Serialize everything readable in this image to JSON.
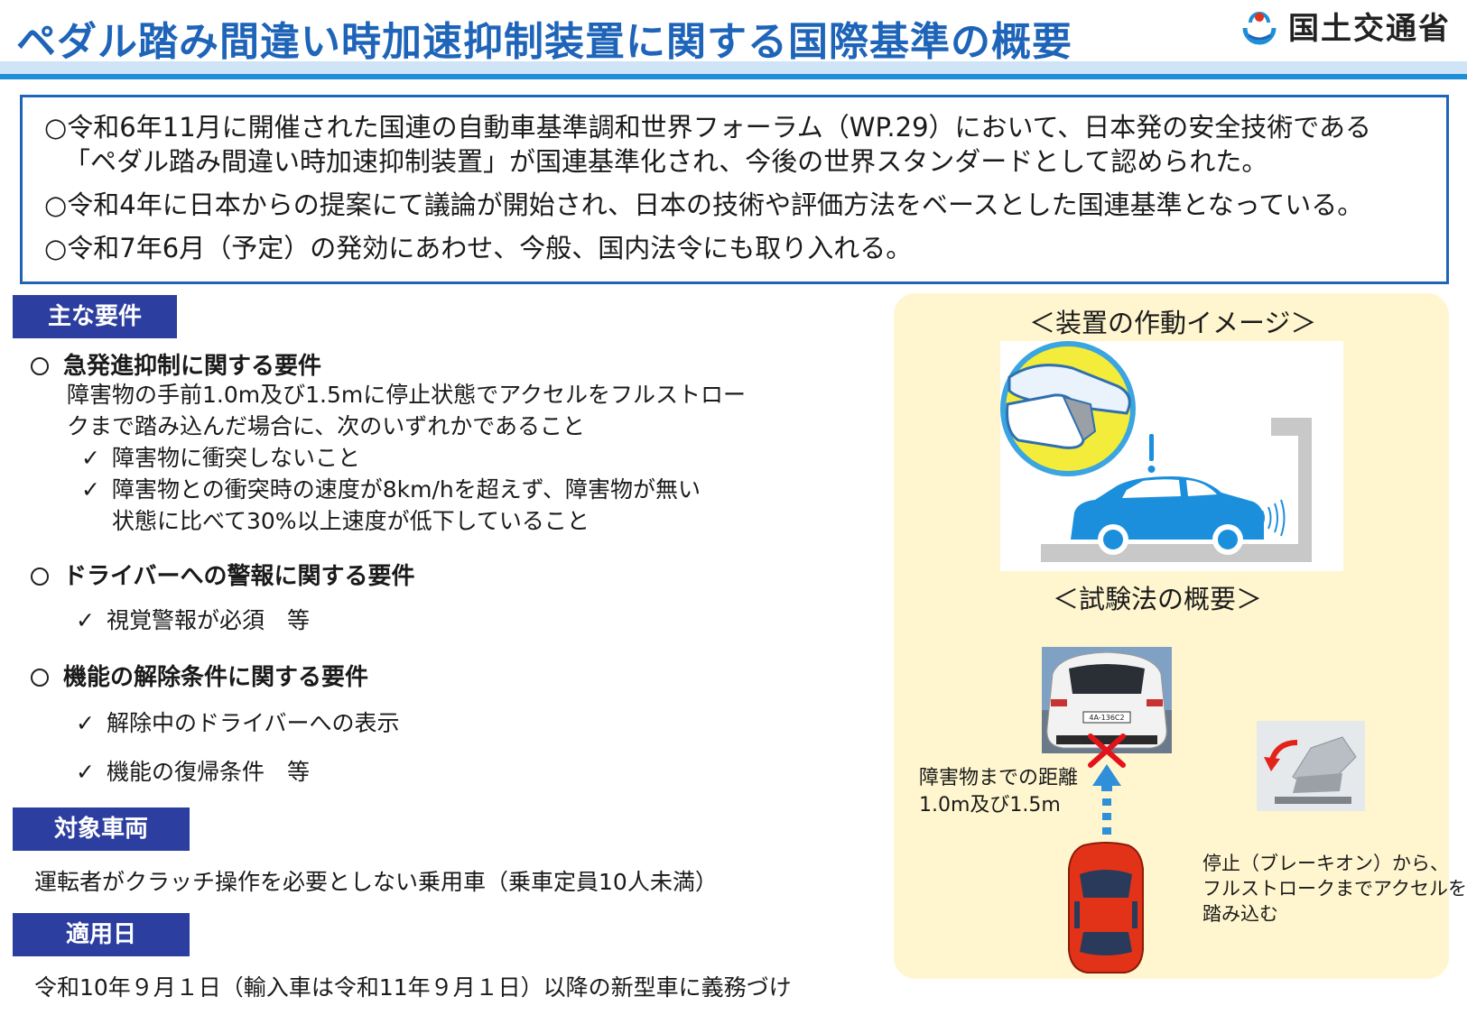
{
  "header": {
    "title": "ペダル踏み間違い時加速抑制装置に関する国際基準の概要",
    "ministry": "国土交通省"
  },
  "summary": {
    "lines": [
      "○令和6年11月に開催された国連の自動車基準調和世界フォーラム（WP.29）において、日本発の安全技術である",
      "「ペダル踏み間違い時加速抑制装置」が国連基準化され、今後の世界スタンダードとして認められた。",
      "○令和4年に日本からの提案にて議論が開始され、日本の技術や評価方法をベースとした国連基準となっている。",
      "○令和7年6月（予定）の発効にあわせ、今般、国内法令にも取り入れる。"
    ]
  },
  "requirements": {
    "heading": "主な要件",
    "items": [
      {
        "title": "急発進抑制に関する要件",
        "text": [
          "障害物の手前1.0m及び1.5mに停止状態でアクセルをフルストロー",
          "クまで踏み込んだ場合に、次のいずれかであること"
        ],
        "checks": [
          "障害物に衝突しないこと",
          "障害物との衝突時の速度が8km/hを超えず、障害物が無い",
          "状態に比べて30%以上速度が低下していること"
        ]
      },
      {
        "title": "ドライバーへの警報に関する要件",
        "checks": [
          "視覚警報が必須　等"
        ]
      },
      {
        "title": "機能の解除条件に関する要件",
        "checks": [
          "解除中のドライバーへの表示",
          "機能の復帰条件　等"
        ]
      }
    ],
    "check_mark": "✓"
  },
  "vehicles": {
    "heading": "対象車両",
    "text": "運転者がクラッチ操作を必要としない乗用車（乗車定員10人未満）"
  },
  "application": {
    "heading": "適用日",
    "text": "令和10年９月１日（輸入車は令和11年９月１日）以降の新型車に義務づけ"
  },
  "panel": {
    "operation_heading": "＜装置の作動イメージ＞",
    "test_heading": "＜試験法の概要＞",
    "distance_note": [
      "障害物までの距離",
      "1.0m及び1.5m"
    ],
    "pedal_note": [
      "停止（ブレーキオン）から、",
      "フルストロークまでアクセルを",
      "踏み込む"
    ],
    "plate_text": "4A-136C2"
  },
  "colors": {
    "title_blue": "#1e64b8",
    "heading_navy": "#2c3e9f",
    "panel_yellow": "#fff6cf",
    "car_blue": "#1c8fdc",
    "car_red": "#e23319"
  }
}
